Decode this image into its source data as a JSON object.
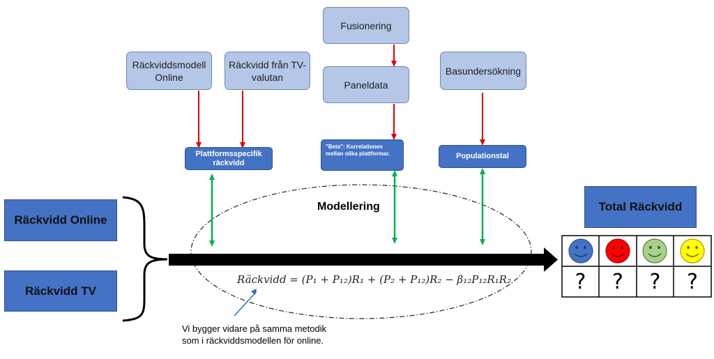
{
  "sources": {
    "online_model": "Räckviddsmodell Online",
    "tv_currency": "Räckvidd från TV-valutan",
    "fusion": "Fusionering",
    "panel": "Paneldata",
    "base_survey": "Basundersökning"
  },
  "derived": {
    "platform_reach": "Plattformsspecifik räckvidd",
    "beta": "\"Beta\": Korrelationen mellan olika plattformar.",
    "population": "Populationstal"
  },
  "inputs": {
    "online": "Räckvidd Online",
    "tv": "Räckvidd TV"
  },
  "modelling": {
    "title": "Modellering",
    "formula": "Räckvidd = (P₁ + P₁₂)R₁ + (P₂ + P₁₂)R₂ − β₁₂P₁₂R₁R₂",
    "note": "Vi bygger vidare på samma metodik som i räckviddsmodellen för online."
  },
  "output": {
    "title": "Total Räckvidd",
    "cells": [
      "?",
      "?",
      "?",
      "?"
    ],
    "faces": [
      {
        "name": "blue-smiley-icon",
        "color": "#4472c4"
      },
      {
        "name": "red-smiley-icon",
        "color": "#ff0000"
      },
      {
        "name": "green-smiley-icon",
        "color": "#a9d18e"
      },
      {
        "name": "yellow-smiley-icon",
        "color": "#ffff00"
      }
    ]
  },
  "colors": {
    "light_box": "#b4c7e7",
    "dark_box": "#4472c4",
    "red_arrow": "#e00000",
    "green_arrow": "#00b050"
  }
}
